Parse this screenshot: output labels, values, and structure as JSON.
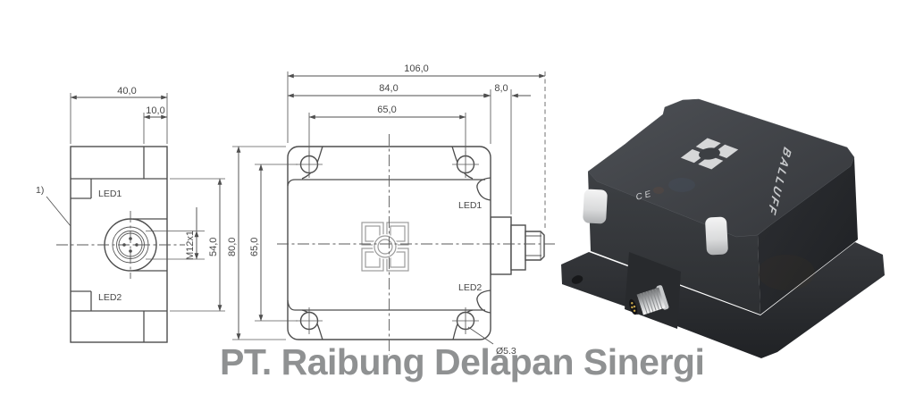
{
  "watermark": {
    "text": "PT. Raibung Delapan Sinergi"
  },
  "side_view": {
    "note": "1)",
    "led1": "LED1",
    "led2": "LED2",
    "dim_width": "40,0",
    "dim_offset": "10,0",
    "dim_thread": "M12x1",
    "dim_inner_height": "54,0"
  },
  "front_view": {
    "led1": "LED1",
    "led2": "LED2",
    "dim_total_width": "106,0",
    "dim_body_width": "84,0",
    "dim_connector": "8,0",
    "dim_hole_spacing_h": "65,0",
    "dim_body_height": "80,0",
    "dim_hole_spacing_v": "65,0",
    "dim_hole_diameter": "Ø5.3"
  },
  "product_render": {
    "brand": "BALLUFF",
    "ce_mark": "CE",
    "body_top_color": "#44474c",
    "body_side_color": "#2e3033",
    "accent_white": "#e8e9ea"
  }
}
